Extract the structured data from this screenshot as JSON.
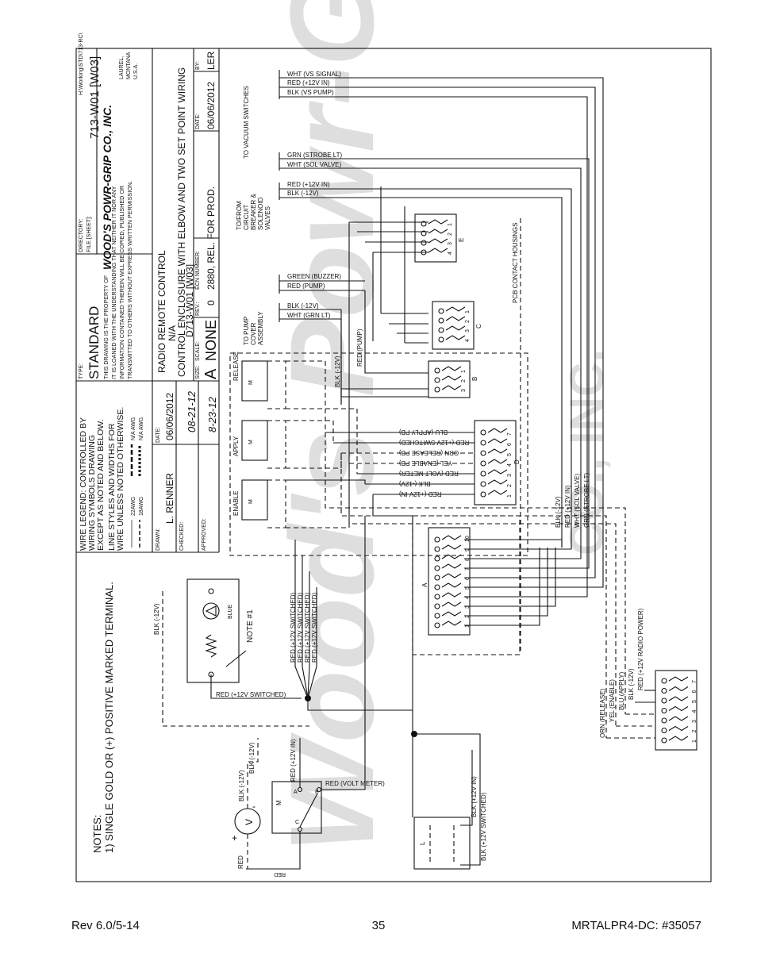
{
  "footer": {
    "left": "Rev 6.0/5-14",
    "page": "35",
    "right": "MRTALPR4-DC: #35057"
  },
  "title_block": {
    "path": "H:\\Working\\STD\\713-RC\\",
    "type_label": "TYPE:",
    "type_value": "STANDARD",
    "directory_label": "DIRECTORY:",
    "file_label": "FILE [SHEET]:",
    "drawing_no": "713-W01 [W03]",
    "company": "WOOD'S POWR-GRIP CO., INC.",
    "location_1": "LAUREL,",
    "location_2": "MONTANA",
    "location_3": "U.S.A.",
    "property_1": "THIS DRAWING IS THE PROPERTY OF",
    "property_2": "IT IS LOANED WITH THE UNDERSTANDING THAT NEITHER IT NOR ANY",
    "property_3": "INFORMATION CONTAINED THEREIN WILL BE COPIED, PUBLISHED OR",
    "property_4": "TRANSMITTED TO OTHERS WITHOUT EXPRESS WRITTEN PERMISSION.",
    "desc_1": "RADIO REMOTE CONTROL",
    "desc_2": "N/A",
    "desc_3": "CONTROL ENCLOSURE WITH ELBOW AND TWO SET POINT WIRING",
    "desc_4": "D713-W01 [W03]",
    "size_label": "SIZE:",
    "size_value": "A",
    "scale_label": "SCALE:",
    "scale_value": "NONE",
    "rev_label": "REV.:",
    "rev_value": "0",
    "ecn_label": "ECN NUMBER:",
    "ecn_value": "2880, REL. FOR PROD.",
    "date_label": "DATE:",
    "date_value": "06/06/2012",
    "by_label": "BY:",
    "by_value": "LER",
    "legend_1": "WIRE LEGEND: CONTROLLED BY",
    "legend_2": "WIRING SYMBOLS DRAWING",
    "legend_3": "EXCEPT AS NOTED AND BELOW.",
    "legend_4": "LINE STYLES AND WIDTHS FOR",
    "legend_5": "WIRE UNLESS NOTED OTHERWISE.",
    "legend_6": "22AWG",
    "legend_7": "18AWG",
    "legend_8": "N/A AWG",
    "legend_9": "N/A AWG",
    "drawn_label": "DRAWN:",
    "drawn_value": "L. RENNER",
    "drawn_date_label": "DATE:",
    "drawn_date": "06/06/2012",
    "checked_label": "CHECKED:",
    "checked_date": "08-21-12",
    "approved_label": "APPROVED:",
    "approved_date": "8-23-12"
  },
  "notes": {
    "title": "NOTES:",
    "note_1": "1)  SINGLE GOLD OR (+) POSITIVE MARKED TERMINAL.",
    "note_ref": "NOTE #1"
  },
  "groups": {
    "vacuum": "TO VACUUM SWITCHES",
    "circuit_1": "TO/FROM",
    "circuit_2": "CIRCUIT",
    "circuit_3": "BREAKER &",
    "circuit_4": "SOLENOID",
    "circuit_5": "VALVES",
    "pump_1": "TO PUMP",
    "pump_2": "COVER",
    "pump_3": "ASSEMBLY",
    "pcb": "PCB CONTACT HOUSINGS"
  },
  "wires_right": {
    "vs_signal": "WHT (VS SIGNAL)",
    "vs_in": "RED (+12V IN)",
    "vs_pump": "BLK (VS PUMP)",
    "strobe": "GRN (STROBE LT)",
    "sol": "WHT (SOL VALVE)",
    "cb_in": "RED (+12V IN)",
    "cb_neg": "BLK (-12V)",
    "buzzer": "GREEN (BUZZER)",
    "pump": "RED (PUMP)",
    "pc_neg": "BLK (-12V)",
    "grn_lt": "WHT (GRN LT)",
    "b_neg": "BLK (-12V)",
    "b_pump": "RED (PUMP)"
  },
  "wires_d": {
    "d7": "BLU (APPLY PB)",
    "d6": "RED (+12V SWITCHED)",
    "d5": "ORN (RELEASE PB)",
    "d4": "YEL (ENABLE PB)",
    "d3": "RED (VOLT METER)",
    "d2": "BLK (-12V)",
    "d1": "RED (+12V IN)"
  },
  "wires_vertical": {
    "v1": "BLK (-12V)",
    "v2": "RED (+12V IN)",
    "v3": "WHT (SOL VALVE)",
    "v4": "GRN (STROBE LT)"
  },
  "wires_bottom": {
    "orn": "ORN (RELEASE)",
    "yel": "YEL (ENABLE)",
    "blu": "BLU (APPLY)",
    "blk": "BLK (-12V)",
    "radio": "RED (+12V RADIO POWER)"
  },
  "wires_left": {
    "sw1": "RED (+12V SWITCHED)",
    "sw2": "RED (+12V SWITCHED)",
    "sw3": "RED (+12V SWITCHED)",
    "sw4": "RED (+12V SWITCHED)",
    "sw_main": "RED (+12V SWITCHED)",
    "lamp_neg": "BLK (-12V)",
    "lamp_color": "BLUE",
    "volt_meter": "RED (VOLT METER)",
    "relay_in": "RED (+12V IN)",
    "vm_neg1": "BLK (-12V)",
    "vm_neg2": "BLK (-12V)",
    "vm_red": "RED",
    "vm_red2": "RED",
    "cb_blk_in": "BLK (+12V IN)",
    "cb_blk_sw": "BLK (+12V SWITCHED)",
    "vm_symbol": "V",
    "vm_plus": "+",
    "vm_minus": "-",
    "relay_m": "M",
    "relay_a": "A",
    "relay_b": "B",
    "relay_c": "C",
    "cb_l": "L"
  },
  "buttons": {
    "release": "RELEASE",
    "apply": "APPLY",
    "enable": "ENABLE",
    "m_release": "M",
    "m_apply": "M",
    "m_enable": "M"
  },
  "connectors": {
    "E": "E",
    "C": "C",
    "B": "B",
    "D": "D",
    "A": "A",
    "e_pins": [
      "1",
      "2",
      "3",
      "4"
    ],
    "c_pins": [
      "1",
      "2",
      "3",
      "4"
    ],
    "b_pins": [
      "1",
      "2",
      "3"
    ],
    "d_pins": [
      "1",
      "2",
      "3",
      "4",
      "5",
      "6",
      "7"
    ],
    "a_pins": [
      "1",
      "2",
      "3",
      "4",
      "5",
      "6",
      "7",
      "8",
      "9",
      "10"
    ],
    "r_pins": [
      "1",
      "2",
      "3",
      "4",
      "5",
      "6",
      "7"
    ]
  },
  "watermark": {
    "brand": "Wood's Powr-Grip",
    "co": "CO., INC."
  },
  "colors": {
    "ink": "#111111",
    "watermark": "#d9d9d9"
  }
}
